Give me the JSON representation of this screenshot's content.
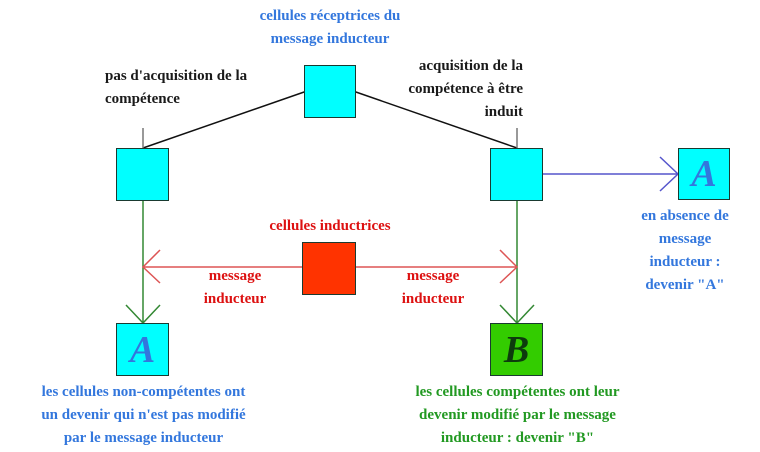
{
  "colors": {
    "cell": "#00ffff",
    "inducer": "#ff3300",
    "fate_b": "#33cc00",
    "text_blue": "#3377dd",
    "text_red": "#dd1111",
    "text_green": "#229922",
    "text_black": "#1a1a1a",
    "arrow_red": "#dd5555",
    "arrow_green": "#338833",
    "arrow_blue": "#5555cc"
  },
  "labels": {
    "receptor_cells": [
      "cellules réceptrices du",
      "message inducteur"
    ],
    "no_competence": [
      "pas d'acquisition de la",
      "compétence"
    ],
    "competence": [
      "acquisition de la",
      "compétence à être",
      "induit"
    ],
    "inducer_cells": "cellules inductrices",
    "message_left": [
      "message",
      "inducteur"
    ],
    "message_right": [
      "message",
      "inducteur"
    ],
    "absence": [
      "en absence de",
      "message",
      "inducteur :",
      "devenir \"A\""
    ],
    "non_competent_fate": [
      "les cellules non-compétentes ont",
      "un devenir qui n'est pas modifié",
      "par le message inducteur"
    ],
    "competent_fate": [
      "les cellules compétentes ont leur",
      "devenir modifié par le message",
      "inducteur : devenir \"B\""
    ]
  },
  "boxes": {
    "fate_a_left": "A",
    "fate_b": "B",
    "fate_a_right": "A"
  },
  "icons": {
    "arrow": "arrow-icon"
  }
}
